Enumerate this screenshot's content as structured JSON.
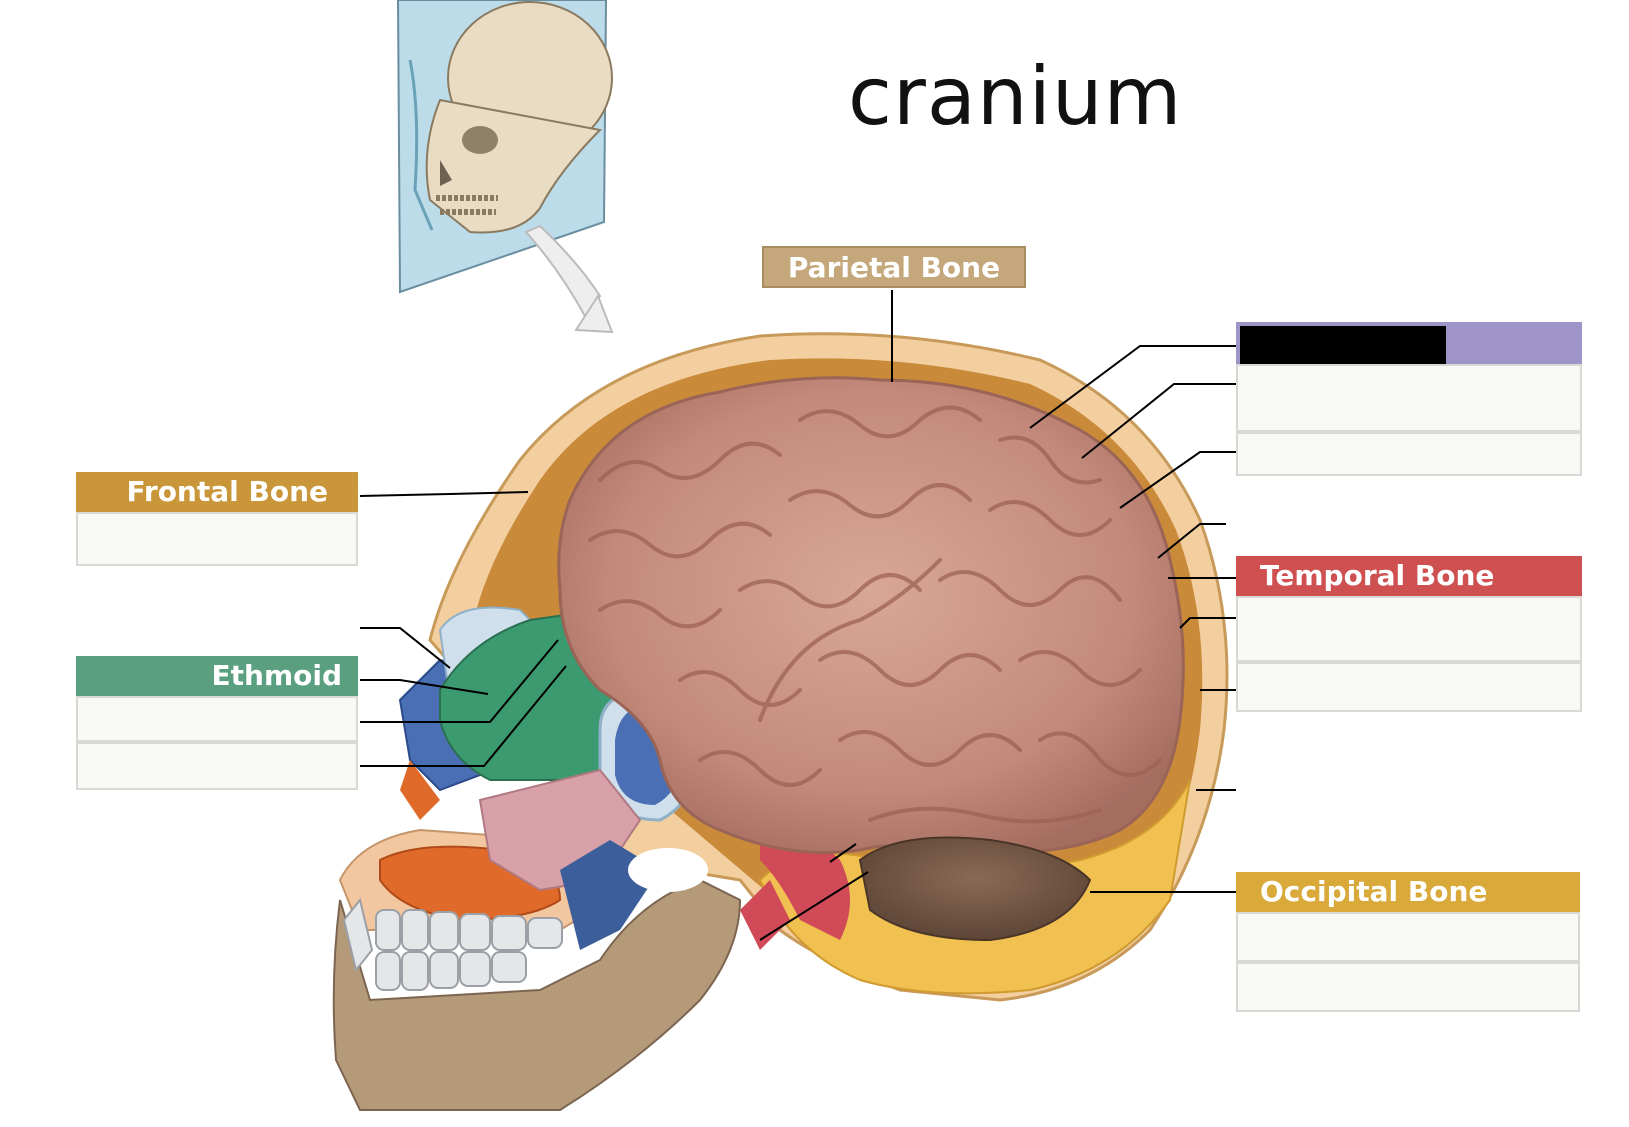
{
  "title": "cranium",
  "labels": {
    "parietal": "Parietal Bone",
    "frontal": "Frontal Bone",
    "ethmoid": "Ethmoid",
    "temporal": "Temporal Bone",
    "occipital": "Occipital Bone",
    "top_right": ""
  },
  "colors": {
    "parietal": "#c4a77a",
    "frontal": "#c9963a",
    "ethmoid": "#5aa080",
    "temporal": "#cf5050",
    "occipital": "#d9a93a",
    "sphenoid_header": "#9e94c8"
  }
}
